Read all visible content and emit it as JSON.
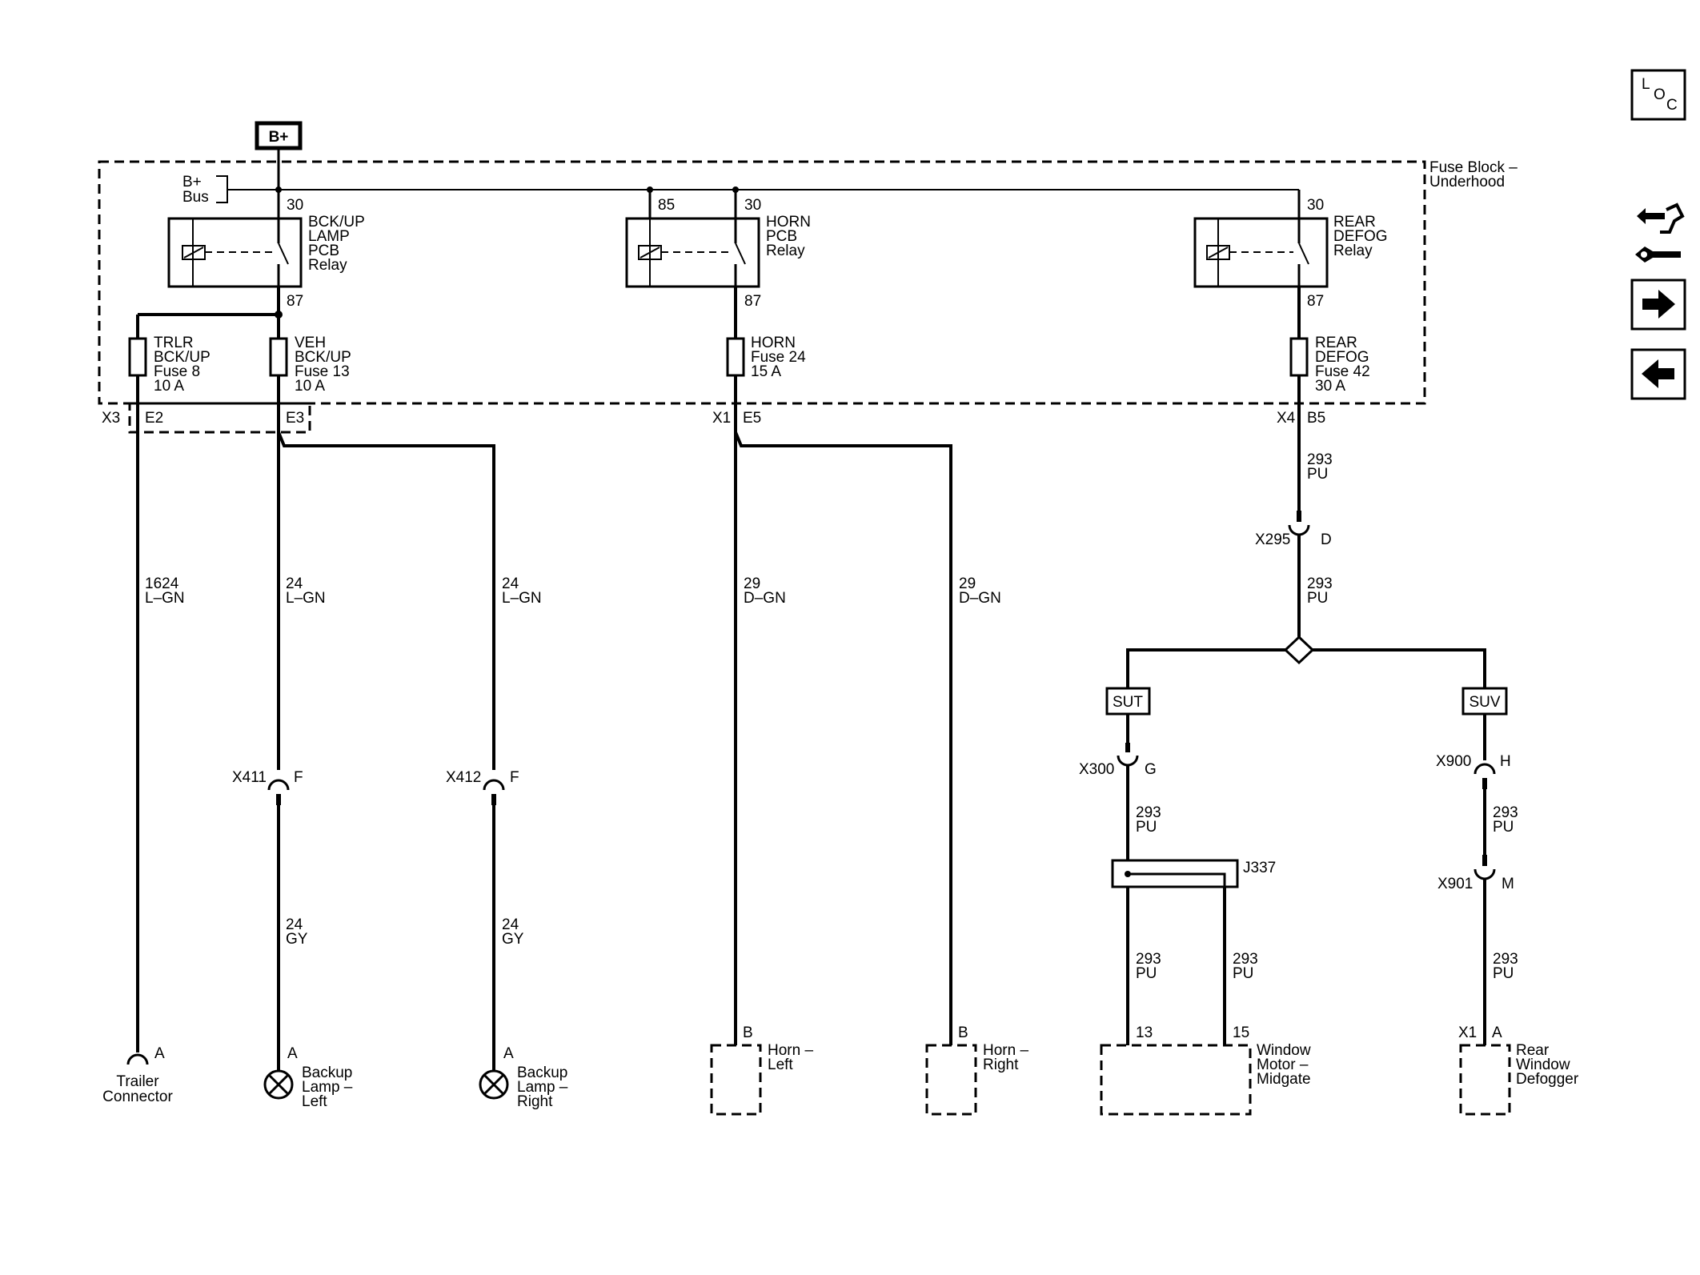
{
  "power": {
    "source": "B+",
    "bus": [
      "B+",
      "Bus"
    ]
  },
  "fuse_block": {
    "name": [
      "Fuse Block –",
      "Underhood"
    ]
  },
  "relays": [
    {
      "name": [
        "BCK/UP",
        "LAMP",
        "PCB",
        "Relay"
      ],
      "pin_in": "30",
      "pin_out": "87"
    },
    {
      "name": [
        "HORN",
        "PCB",
        "Relay"
      ],
      "pin_coil": "85",
      "pin_in": "30",
      "pin_out": "87"
    },
    {
      "name": [
        "REAR",
        "DEFOG",
        "Relay"
      ],
      "pin_in": "30",
      "pin_out": "87"
    }
  ],
  "fuses": [
    {
      "name": [
        "TRLR",
        "BCK/UP",
        "Fuse 8",
        "10 A"
      ]
    },
    {
      "name": [
        "VEH",
        "BCK/UP",
        "Fuse 13",
        "10 A"
      ]
    },
    {
      "name": [
        "HORN",
        "Fuse 24",
        "15 A"
      ]
    },
    {
      "name": [
        "REAR",
        "DEFOG",
        "Fuse 42",
        "30 A"
      ]
    }
  ],
  "block_connectors": [
    {
      "connector": "X3",
      "pins": [
        "E2",
        "E3"
      ]
    },
    {
      "connector": "X1",
      "pin": "E5"
    },
    {
      "connector": "X4",
      "pin": "B5"
    }
  ],
  "wires": {
    "trailer": [
      "1624",
      "L–GN"
    ],
    "veh_left_upper": [
      "24",
      "L–GN"
    ],
    "veh_right_upper": [
      "24",
      "L–GN"
    ],
    "veh_left_lower": [
      "24",
      "GY"
    ],
    "veh_right_lower": [
      "24",
      "GY"
    ],
    "horn_left": [
      "29",
      "D–GN"
    ],
    "horn_right": [
      "29",
      "D–GN"
    ],
    "defog_1": [
      "293",
      "PU"
    ],
    "defog_2": [
      "293",
      "PU"
    ],
    "sut_1": [
      "293",
      "PU"
    ],
    "sut_2": [
      "293",
      "PU"
    ],
    "sut_3": [
      "293",
      "PU"
    ],
    "suv_1": [
      "293",
      "PU"
    ],
    "suv_2": [
      "293",
      "PU"
    ]
  },
  "inline_connectors": {
    "x295": {
      "name": "X295",
      "pin": "D"
    },
    "x411": {
      "name": "X411",
      "pin": "F"
    },
    "x412": {
      "name": "X412",
      "pin": "F"
    },
    "x300": {
      "name": "X300",
      "pin": "G"
    },
    "x900": {
      "name": "X900",
      "pin": "H"
    },
    "x901": {
      "name": "X901",
      "pin": "M"
    }
  },
  "options": {
    "left": "SUT",
    "right": "SUV"
  },
  "splice": {
    "name": "J337"
  },
  "components": {
    "trailer": {
      "pin": "A",
      "name": [
        "Trailer",
        "Connector"
      ]
    },
    "lamp_left": {
      "pin": "A",
      "name": [
        "Backup",
        "Lamp –",
        "Left"
      ]
    },
    "lamp_right": {
      "pin": "A",
      "name": [
        "Backup",
        "Lamp –",
        "Right"
      ]
    },
    "horn_left": {
      "pin": "B",
      "name": [
        "Horn –",
        "Left"
      ]
    },
    "horn_right": {
      "pin": "B",
      "name": [
        "Horn –",
        "Right"
      ]
    },
    "window_motor": {
      "pins": [
        "13",
        "15"
      ],
      "name": [
        "Window",
        "Motor –",
        "Midgate"
      ]
    },
    "defogger": {
      "connector": "X1",
      "pin": "A",
      "name": [
        "Rear",
        "Window",
        "Defogger"
      ]
    }
  },
  "nav": {
    "loc_icon": "loc-icon",
    "component_icon": "connector-locator-icon",
    "next_icon": "arrow-right-icon",
    "prev_icon": "arrow-left-icon",
    "loc_letters": [
      "L",
      "O",
      "C"
    ]
  }
}
